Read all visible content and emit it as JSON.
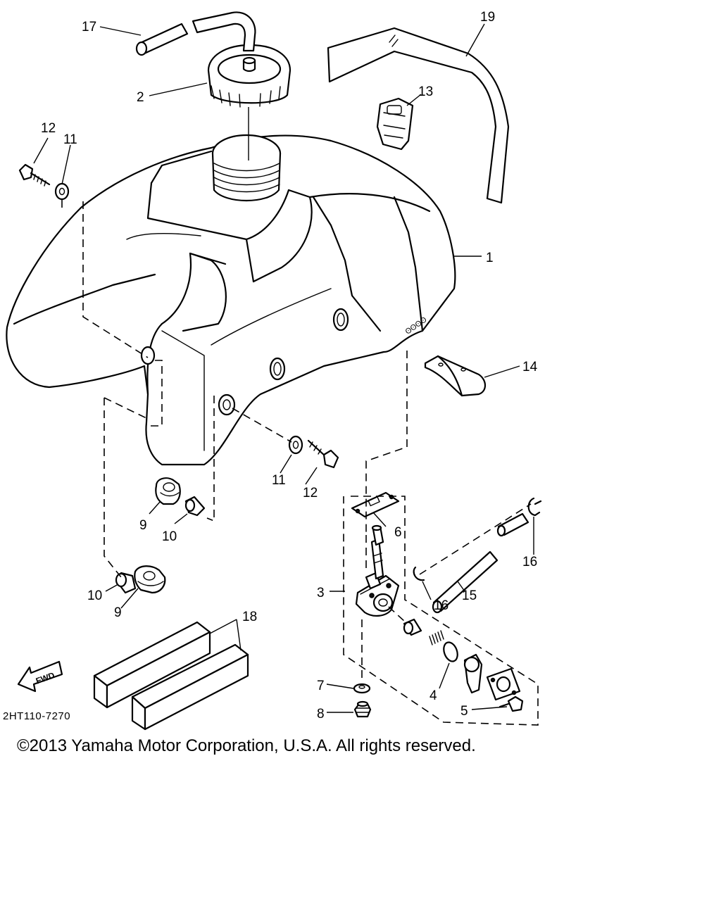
{
  "diagram": {
    "reference_code": "2HT110-7270",
    "fwd_label": "FWD",
    "callouts": [
      {
        "id": "c1",
        "label": "1"
      },
      {
        "id": "c2",
        "label": "2"
      },
      {
        "id": "c3",
        "label": "3"
      },
      {
        "id": "c4",
        "label": "4"
      },
      {
        "id": "c5",
        "label": "5"
      },
      {
        "id": "c6",
        "label": "6"
      },
      {
        "id": "c7",
        "label": "7"
      },
      {
        "id": "c8",
        "label": "8"
      },
      {
        "id": "c9a",
        "label": "9"
      },
      {
        "id": "c9b",
        "label": "9"
      },
      {
        "id": "c10a",
        "label": "10"
      },
      {
        "id": "c10b",
        "label": "10"
      },
      {
        "id": "c11a",
        "label": "11"
      },
      {
        "id": "c11b",
        "label": "11"
      },
      {
        "id": "c12a",
        "label": "12"
      },
      {
        "id": "c12b",
        "label": "12"
      },
      {
        "id": "c13",
        "label": "13"
      },
      {
        "id": "c14",
        "label": "14"
      },
      {
        "id": "c15",
        "label": "15"
      },
      {
        "id": "c16a",
        "label": "16"
      },
      {
        "id": "c16b",
        "label": "16"
      },
      {
        "id": "c17",
        "label": "17"
      },
      {
        "id": "c18",
        "label": "18"
      },
      {
        "id": "c19",
        "label": "19"
      }
    ]
  },
  "footer": {
    "copyright": "©2013 Yamaha Motor Corporation, U.S.A. All rights reserved."
  }
}
